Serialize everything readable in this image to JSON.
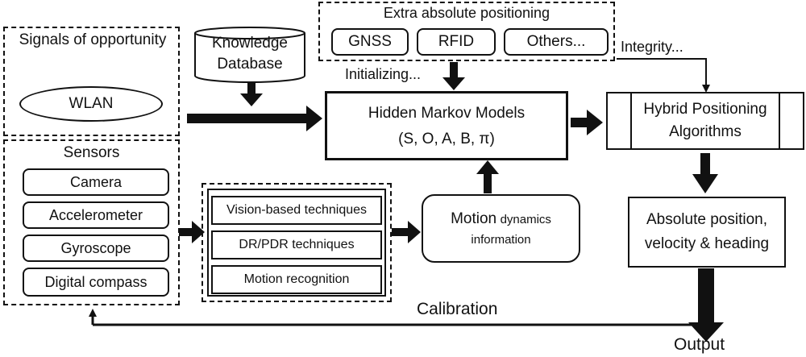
{
  "signals": {
    "title": "Signals of opportunity",
    "wlan": "WLAN"
  },
  "knowledge_db": {
    "line1": "Knowledge",
    "line2": "Database"
  },
  "extra": {
    "title": "Extra absolute positioning",
    "items": [
      "GNSS",
      "RFID",
      "Others..."
    ]
  },
  "hmm": {
    "title": "Hidden Markov Models",
    "params": "(S, O, A, B, π)"
  },
  "hybrid": {
    "line1": "Hybrid Positioning",
    "line2": "Algorithms"
  },
  "sensors": {
    "title": "Sensors",
    "items": [
      "Camera",
      "Accelerometer",
      "Gyroscope",
      "Digital compass"
    ]
  },
  "techniques": {
    "items": [
      "Vision-based techniques",
      "DR/PDR techniques",
      "Motion recognition"
    ]
  },
  "motion": {
    "word1": "Motion",
    "word2": "dynamics",
    "line2": "information"
  },
  "output_box": {
    "line1": "Absolute position,",
    "line2": "velocity & heading"
  },
  "labels": {
    "initializing": "Initializing...",
    "integrity": "Integrity...",
    "calibration": "Calibration",
    "output": "Output"
  }
}
